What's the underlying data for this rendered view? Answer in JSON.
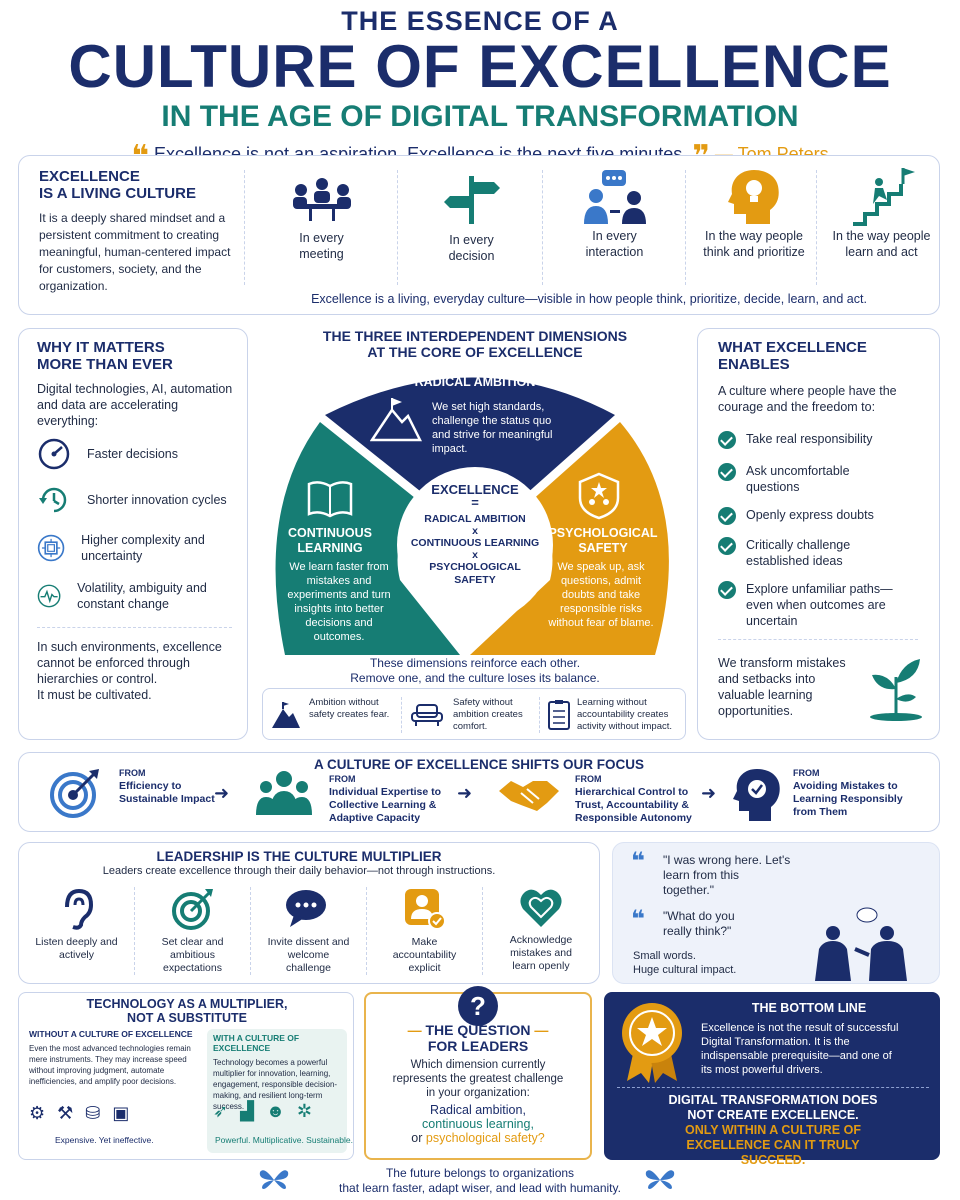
{
  "header": {
    "line1": "THE ESSENCE OF A",
    "line2": "CULTURE OF EXCELLENCE",
    "line3": "IN THE AGE OF DIGITAL TRANSFORMATION",
    "quote": "Excellence is not an aspiration. Excellence is the next five minutes.",
    "author": "— Tom Peters"
  },
  "living": {
    "title1": "EXCELLENCE",
    "title2": "IS A LIVING CULTURE",
    "body": "It is a deeply shared mindset and a persistent commitment to creating meaningful, human-centered impact for customers, society, and the organization.",
    "items": [
      {
        "label": "In every meeting",
        "icon": "meeting-icon"
      },
      {
        "label": "In every decision",
        "icon": "signpost-icon"
      },
      {
        "label": "In every interaction",
        "icon": "chat-people-icon"
      },
      {
        "label": "In the way people think and prioritize",
        "icon": "head-bulb-icon"
      },
      {
        "label": "In the way people learn and act",
        "icon": "stairs-flag-icon"
      }
    ],
    "footer": "Excellence is a living, everyday culture—visible in how people think, prioritize, decide, learn, and act."
  },
  "why": {
    "title1": "WHY IT MATTERS",
    "title2": "MORE THAN EVER",
    "intro": "Digital technologies, AI, automation and data are accelerating everything:",
    "items": [
      {
        "label": "Faster decisions",
        "icon": "speedometer-icon"
      },
      {
        "label": "Shorter innovation cycles",
        "icon": "cycle-icon"
      },
      {
        "label": "Higher complexity and uncertainty",
        "icon": "chip-icon"
      },
      {
        "label": "Volatility, ambiguity and constant change",
        "icon": "pulse-icon"
      }
    ],
    "closing": "In such environments, excellence cannot be enforced through hierarchies or control.",
    "closing2": "It must be cultivated."
  },
  "dimensions": {
    "title1": "THE THREE INTERDEPENDENT DIMENSIONS",
    "title2": "AT THE CORE OF EXCELLENCE",
    "ambition_title": "RADICAL AMBITION",
    "ambition_text": "We set high standards, challenge the status quo and strive for meaningful impact.",
    "learning_title": "CONTINUOUS LEARNING",
    "learning_text": "We learn faster from mistakes and experiments and turn insights into better decisions and outcomes.",
    "safety_title": "PSYCHOLOGICAL SAFETY",
    "safety_text": "We speak up, ask questions, admit doubts and take responsible risks without fear of blame.",
    "center_title": "EXCELLENCE",
    "center_eq": "=",
    "center_a": "RADICAL AMBITION",
    "center_x1": "x",
    "center_b": "CONTINUOUS LEARNING",
    "center_x2": "x",
    "center_c": "PSYCHOLOGICAL SAFETY",
    "note1": "These dimensions reinforce each other.",
    "note2": "Remove one, and the culture loses its balance.",
    "warnings": [
      {
        "text": "Ambition without safety creates fear.",
        "icon": "mountain-icon"
      },
      {
        "text": "Safety without ambition creates comfort.",
        "icon": "sofa-icon"
      },
      {
        "text": "Learning without accountability creates activity without impact.",
        "icon": "checklist-icon"
      }
    ]
  },
  "enables": {
    "title1": "WHAT EXCELLENCE",
    "title2": "ENABLES",
    "intro": "A culture where people have the courage and the freedom to:",
    "items": [
      "Take real responsibility",
      "Ask uncomfortable questions",
      "Openly express doubts",
      "Critically challenge established ideas",
      "Explore unfamiliar paths—even when outcomes are uncertain"
    ],
    "closing": "We transform mistakes and setbacks into valuable learning opportunities."
  },
  "shift": {
    "title": "A CULTURE OF EXCELLENCE SHIFTS OUR FOCUS",
    "items": [
      {
        "from": "FROM",
        "text": "Efficiency to Sustainable Impact",
        "icon": "target-icon"
      },
      {
        "from": "FROM",
        "text": "Individual Expertise to Collective Learning & Adaptive Capacity",
        "icon": "team-icon"
      },
      {
        "from": "FROM",
        "text": "Hierarchical Control to Trust, Accountability & Responsible Autonomy",
        "icon": "handshake-icon"
      },
      {
        "from": "FROM",
        "text": "Avoiding Mistakes to Learning Responsibly from Them",
        "icon": "head-check-icon"
      }
    ]
  },
  "leadership": {
    "title": "LEADERSHIP IS THE CULTURE MULTIPLIER",
    "subtitle": "Leaders create excellence through their daily behavior—not through instructions.",
    "items": [
      {
        "label": "Listen deeply and actively",
        "icon": "ear-icon"
      },
      {
        "label": "Set clear and ambitious expectations",
        "icon": "target-icon"
      },
      {
        "label": "Invite dissent and welcome challenge",
        "icon": "speech-bubbles-icon"
      },
      {
        "label": "Make accountability explicit",
        "icon": "person-check-icon"
      },
      {
        "label": "Acknowledge mistakes and learn openly",
        "icon": "heart-icon"
      }
    ]
  },
  "quotes": {
    "q1": "\"I was wrong here. Let's learn from this together.\"",
    "q2": "\"What do you really think?\"",
    "closing1": "Small words.",
    "closing2": "Huge cultural impact."
  },
  "technology": {
    "title1": "TECHNOLOGY AS A MULTIPLIER,",
    "title2": "NOT A SUBSTITUTE",
    "without_title": "WITHOUT A CULTURE OF EXCELLENCE",
    "without_text": "Even the most advanced technologies remain mere instruments. They may increase speed without improving judgment, automate inefficiencies, and amplify poor decisions.",
    "without_footer": "Expensive. Yet ineffective.",
    "with_title": "WITH A CULTURE OF EXCELLENCE",
    "with_text": "Technology becomes a powerful multiplier for innovation, learning, engagement, responsible decision-making, and resilient long-term success.",
    "with_footer": "Powerful. Multiplicative. Sustainable."
  },
  "question": {
    "mark": "?",
    "title1": "THE QUESTION",
    "title2": "FOR LEADERS",
    "text": "Which dimension currently represents the greatest challenge in your organization:",
    "opt1": "Radical ambition,",
    "opt2": "continuous learning,",
    "opt3_pre": "or",
    "opt3": "psychological safety?"
  },
  "bottom": {
    "title": "THE BOTTOM LINE",
    "text": "Excellence is not the result of successful Digital Transformation. It is the indispensable prerequisite—and one of its most powerful drivers.",
    "line1": "DIGITAL TRANSFORMATION DOES NOT CREATE EXCELLENCE.",
    "line2": "ONLY WITHIN A CULTURE OF EXCELLENCE CAN IT TRULY SUCCEED."
  },
  "footer": {
    "line1": "The future belongs to organizations",
    "line2": "that learn faster, adapt wiser, and lead with humanity."
  },
  "colors": {
    "navy": "#1b2d6b",
    "teal": "#167d74",
    "gold": "#e39b12",
    "border": "#c9d3ea"
  }
}
